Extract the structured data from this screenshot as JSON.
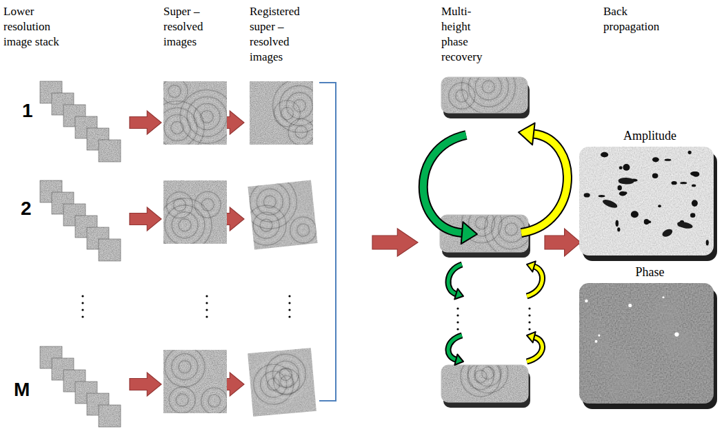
{
  "diagram": {
    "nodes": [
      {
        "text": [
          "Amplitude"
        ]
      },
      {
        "text": [
          "Phase"
        ]
      }
    ],
    "labels": [
      "Lower resolution image stack",
      "Super – resolved images",
      "Registered super – resolved images",
      "Multi-height phase recovery",
      "Back propagation",
      "1",
      "2",
      "M"
    ]
  }
}
